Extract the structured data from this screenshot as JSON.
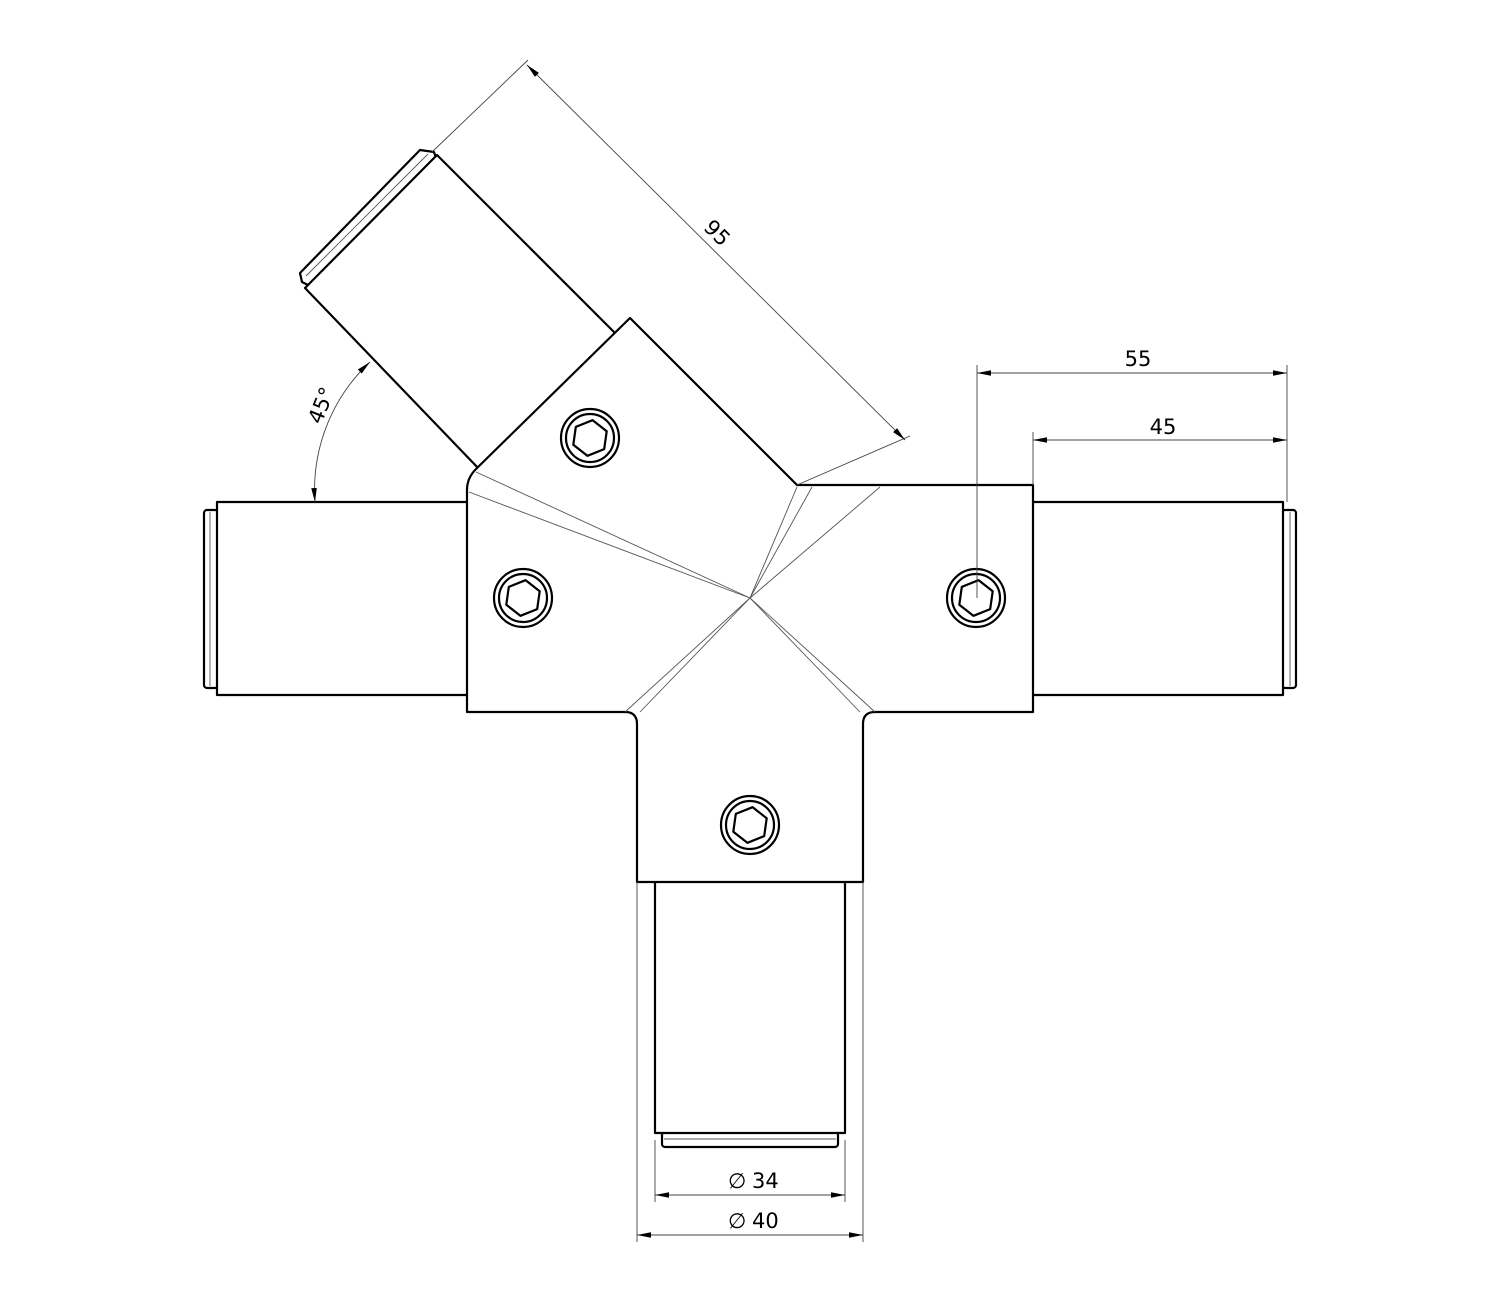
{
  "drawing": {
    "title": "45 degree cross connector with four tube spigots and hex socket screws",
    "dimensions": {
      "diag_length": "95",
      "outer_length": "55",
      "spigot_length": "45",
      "inner_diameter": "34",
      "outer_diameter": "40",
      "angle": "45°",
      "diameter_symbol": "∅"
    },
    "screws": [
      "hex-socket",
      "hex-socket",
      "hex-socket",
      "hex-socket"
    ],
    "colors": {
      "line": "#000000",
      "thin_line": "#555555",
      "background": "#ffffff"
    }
  }
}
